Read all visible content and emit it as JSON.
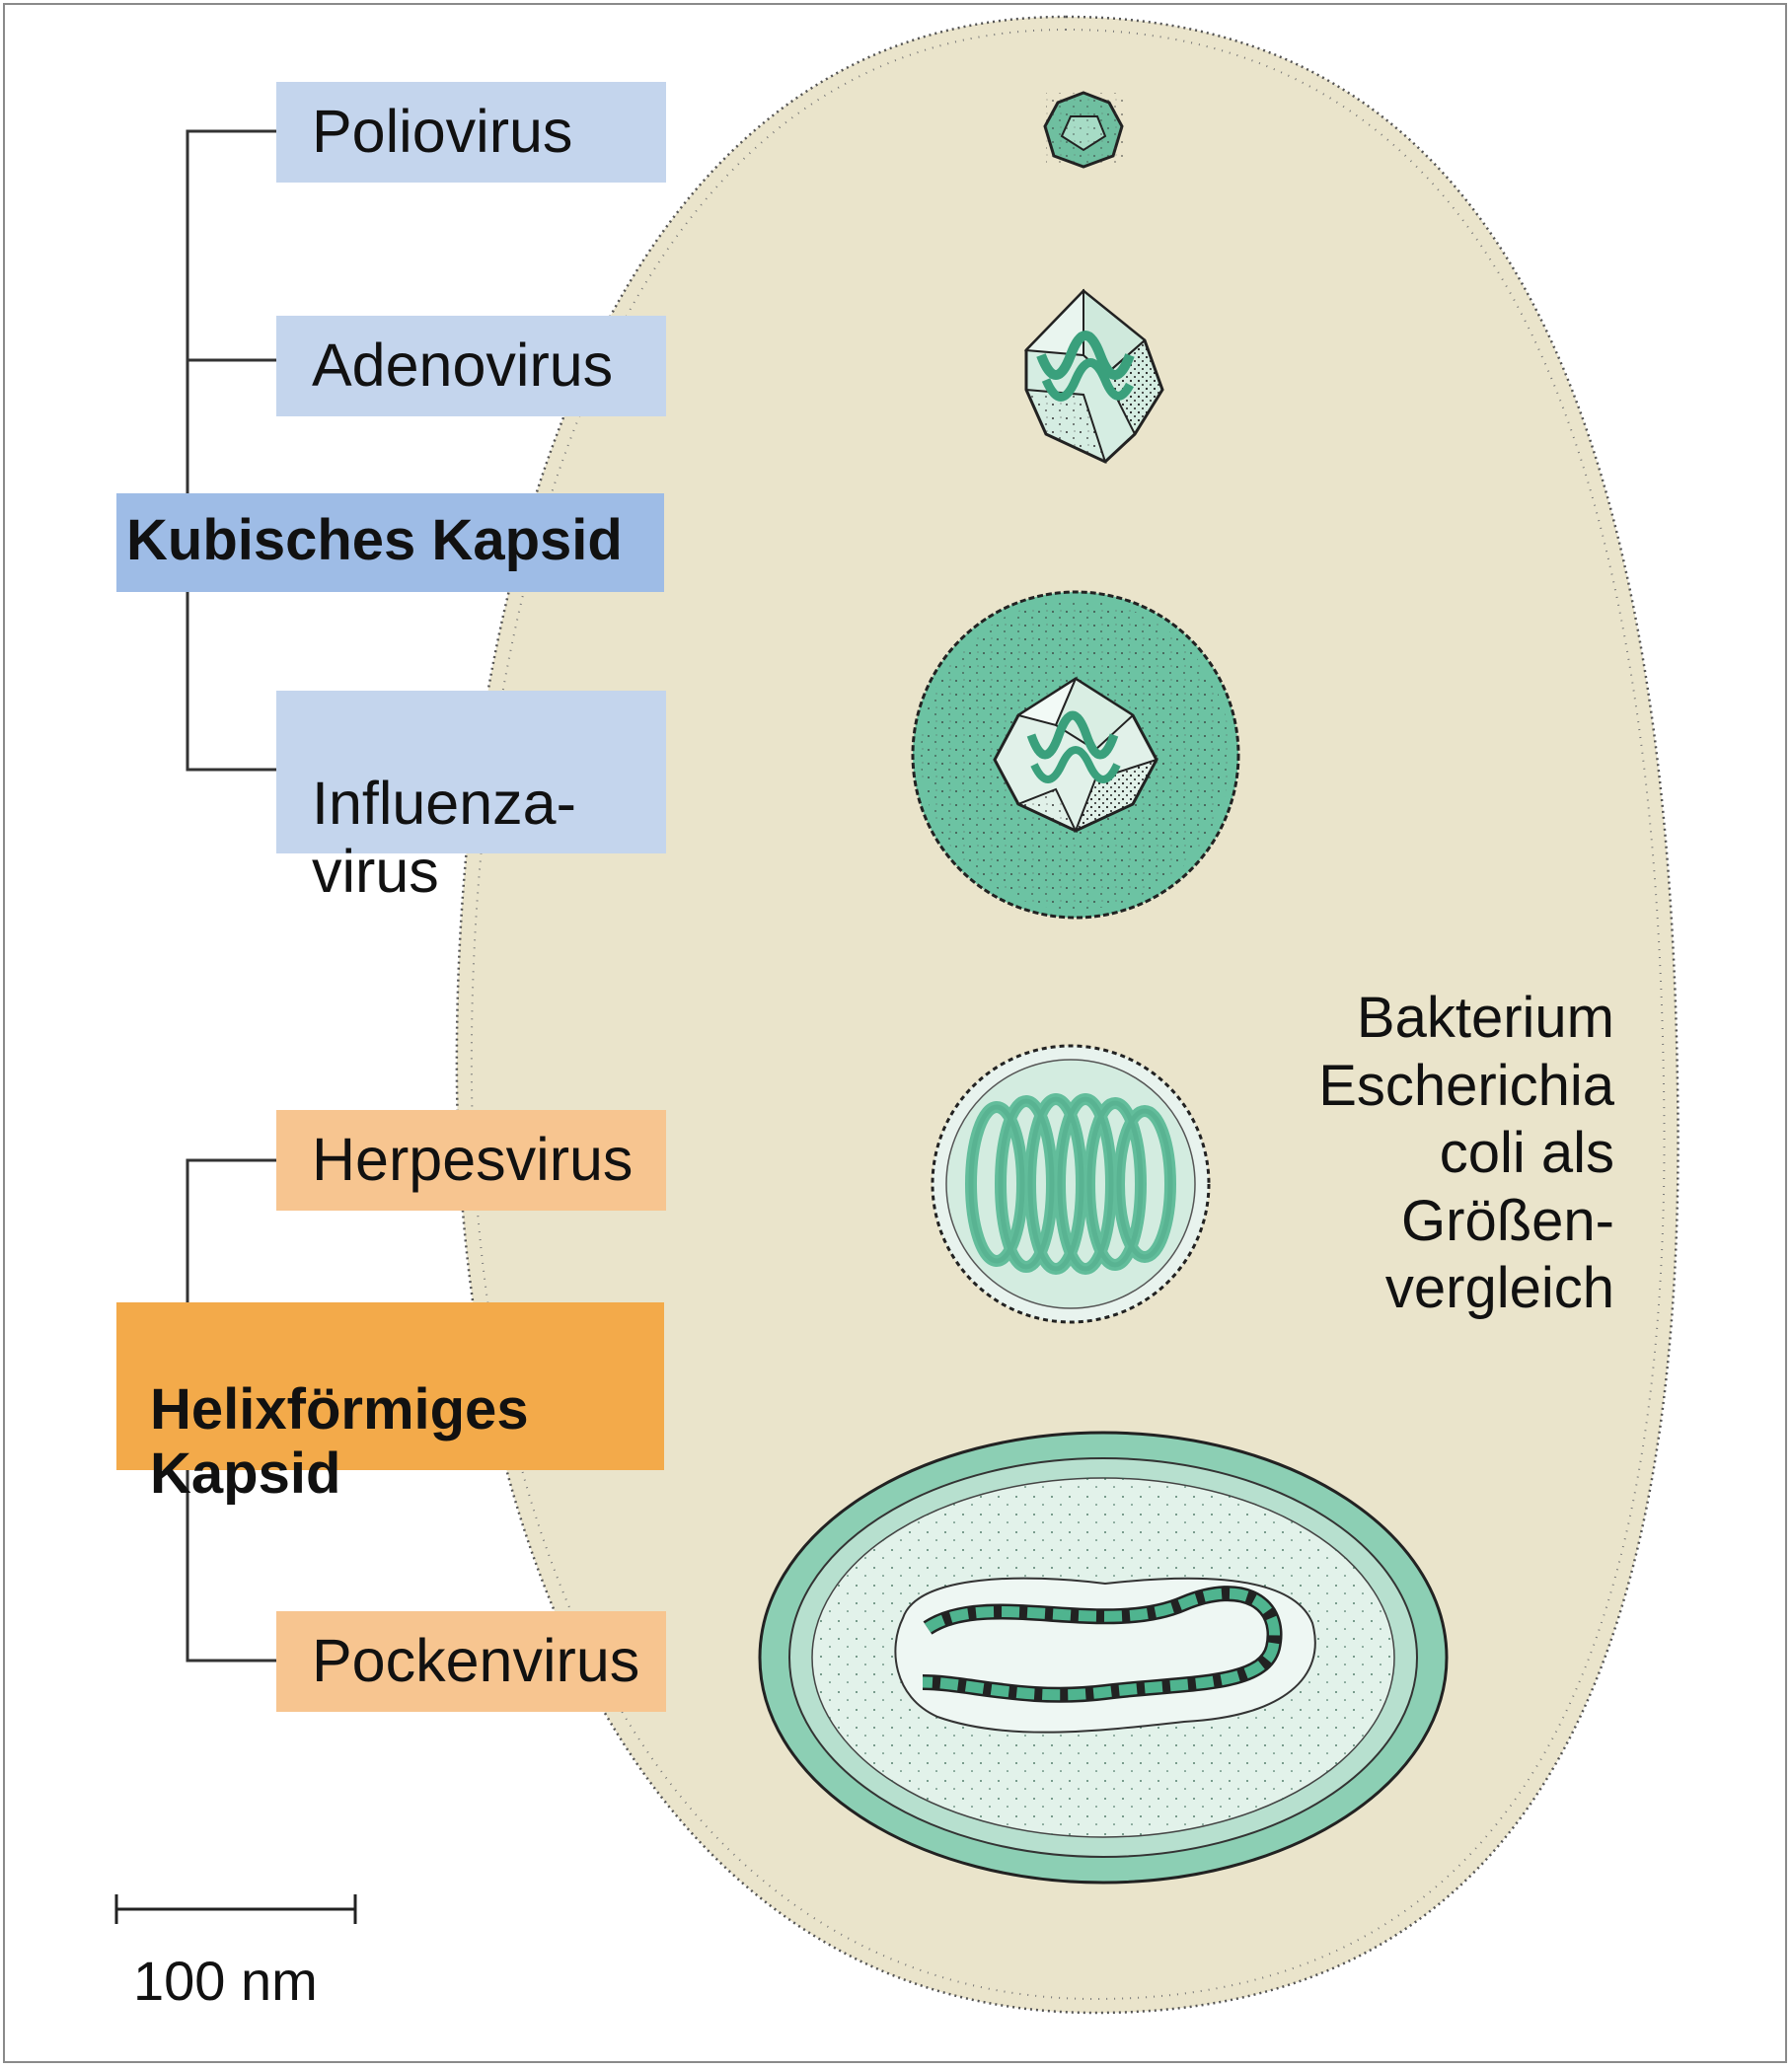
{
  "cubic_group": {
    "title": "Kubisches Kapsid",
    "viruses": [
      {
        "name": "Poliovirus"
      },
      {
        "name": "Adenovirus"
      },
      {
        "name": "Influenza-\nvirus"
      }
    ]
  },
  "helical_group": {
    "title": "Helixförmiges\nKapsid",
    "viruses": [
      {
        "name": "Herpesvirus"
      },
      {
        "name": "Pockenvirus"
      }
    ]
  },
  "bacterium_label": "Bakterium\nEscherichia\ncoli als\nGrößen-\nvergleich",
  "scale_bar": {
    "label": "100 nm"
  },
  "colors": {
    "cubic_light": "#c4d5ed",
    "cubic_dark": "#9ebce6",
    "helical_light": "#f7c590",
    "helical_dark": "#f3aa4a",
    "bacterium_fill": "#eae4cb",
    "virus_green": "#5fb596",
    "virus_pale": "#cfeadb"
  }
}
